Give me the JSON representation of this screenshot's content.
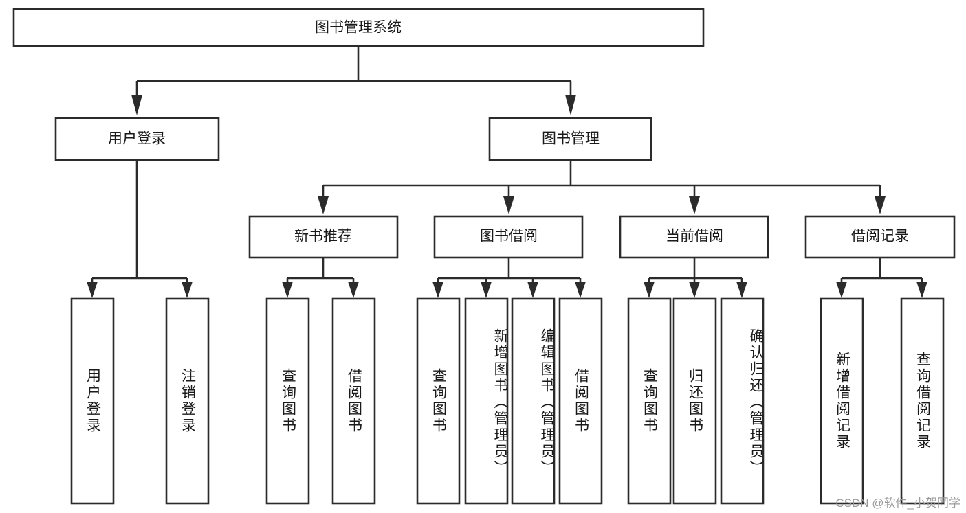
{
  "diagram": {
    "type": "tree",
    "title_node": "图书管理系统",
    "watermark": "CSDN @软件_小贺同学",
    "colors": {
      "box_stroke": "#2b2b2b",
      "box_fill": "#ffffff",
      "text": "#1a1a1a",
      "watermark": "#9a9a9a",
      "background": "#ffffff"
    },
    "levels": {
      "root": {
        "label": "图书管理系统"
      },
      "level2": [
        {
          "id": "user-login",
          "label": "用户登录"
        },
        {
          "id": "book-manage",
          "label": "图书管理"
        }
      ],
      "level3": [
        {
          "id": "new-book-recommend",
          "label": "新书推荐",
          "parent": "book-manage"
        },
        {
          "id": "book-borrow",
          "label": "图书借阅",
          "parent": "book-manage"
        },
        {
          "id": "current-borrow",
          "label": "当前借阅",
          "parent": "book-manage"
        },
        {
          "id": "borrow-record",
          "label": "借阅记录",
          "parent": "book-manage"
        }
      ],
      "leaves": [
        {
          "id": "leaf-user-login",
          "label": "用户登录",
          "parent": "user-login"
        },
        {
          "id": "leaf-logout",
          "label": "注销登录",
          "parent": "user-login"
        },
        {
          "id": "leaf-query-book-1",
          "label": "查询图书",
          "parent": "new-book-recommend"
        },
        {
          "id": "leaf-borrow-book-1",
          "label": "借阅图书",
          "parent": "new-book-recommend"
        },
        {
          "id": "leaf-query-book-2",
          "label": "查询图书",
          "parent": "book-borrow"
        },
        {
          "id": "leaf-add-book",
          "label": "新增图书（管理员）",
          "parent": "book-borrow"
        },
        {
          "id": "leaf-edit-book",
          "label": "编辑图书（管理员）",
          "parent": "book-borrow"
        },
        {
          "id": "leaf-borrow-book-2",
          "label": "借阅图书",
          "parent": "book-borrow"
        },
        {
          "id": "leaf-query-book-3",
          "label": "查询图书",
          "parent": "current-borrow"
        },
        {
          "id": "leaf-return-book",
          "label": "归还图书",
          "parent": "current-borrow"
        },
        {
          "id": "leaf-confirm-return",
          "label": "确认归还（管理员）",
          "parent": "current-borrow"
        },
        {
          "id": "leaf-add-record",
          "label": "新增借阅记录",
          "parent": "borrow-record"
        },
        {
          "id": "leaf-query-record",
          "label": "查询借阅记录",
          "parent": "borrow-record"
        }
      ]
    }
  }
}
